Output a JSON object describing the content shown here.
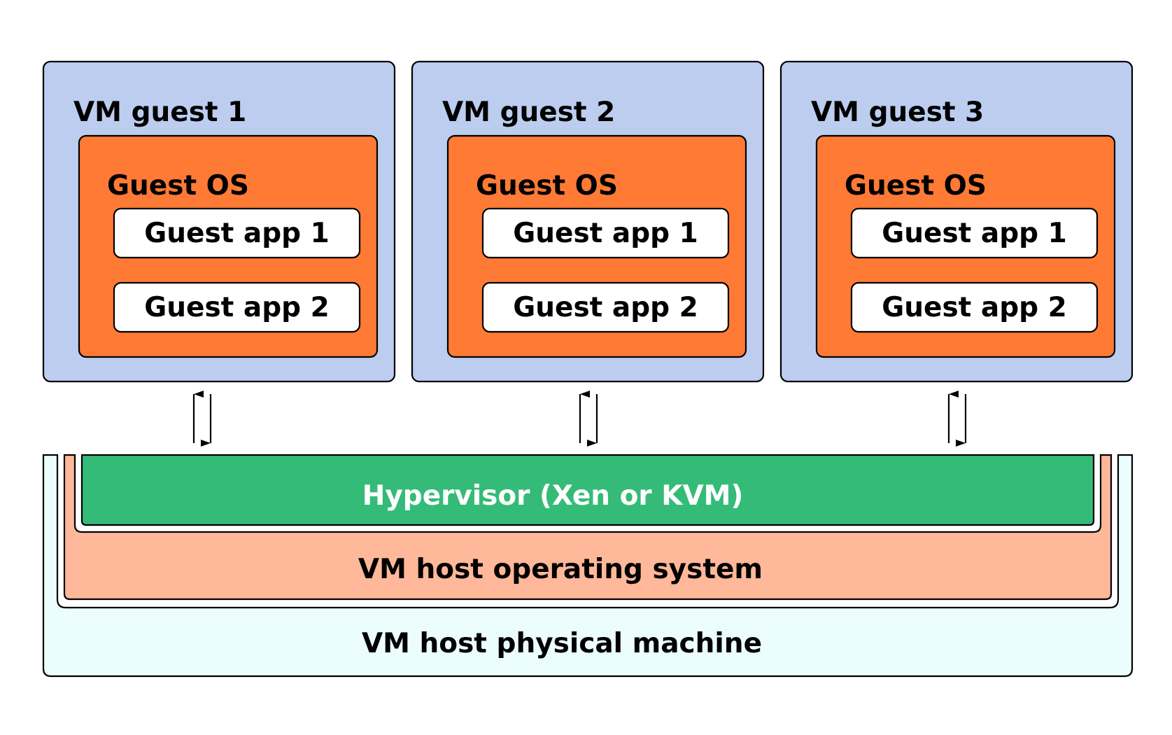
{
  "colors": {
    "guest_box": "#bccdef",
    "guest_os": "#ff7a35",
    "app_box": "#ffffff",
    "hypervisor": "#35bb78",
    "host_os": "#ffb899",
    "host_machine": "#ebfdfd",
    "stroke": "#000000"
  },
  "guests": [
    {
      "title": "VM guest 1",
      "os_label": "Guest OS",
      "apps": [
        "Guest app 1",
        "Guest app 2"
      ]
    },
    {
      "title": "VM guest 2",
      "os_label": "Guest OS",
      "apps": [
        "Guest app 1",
        "Guest app 2"
      ]
    },
    {
      "title": "VM guest 3",
      "os_label": "Guest OS",
      "apps": [
        "Guest app 1",
        "Guest app 2"
      ]
    }
  ],
  "host": {
    "hypervisor_label": "Hypervisor (Xen or KVM)",
    "os_label": "VM host operating system",
    "machine_label": "VM host physical machine"
  }
}
